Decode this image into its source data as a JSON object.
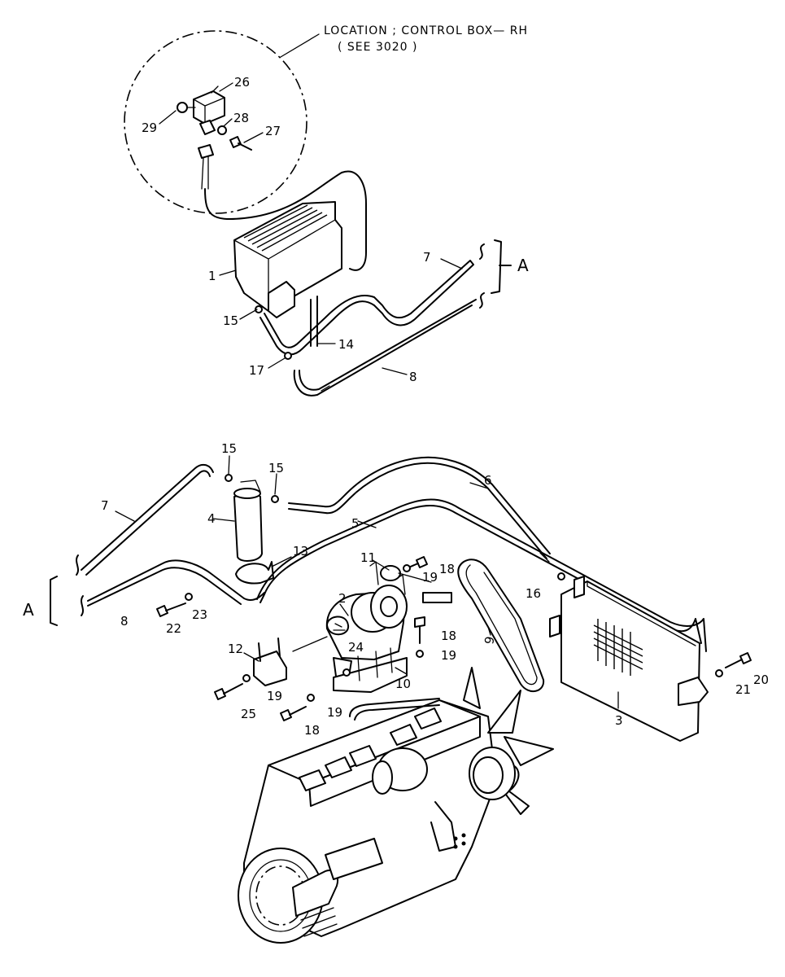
{
  "location": {
    "line1": "LOCATION ; CONTROL BOX— RH",
    "line2": "( SEE 3020 )"
  },
  "section_marks": {
    "upper_a": "A",
    "lower_a": "A"
  },
  "callouts": {
    "c1": "1",
    "c2": "2",
    "c3": "3",
    "c4": "4",
    "c5": "5",
    "c6": "6",
    "c7_upper": "7",
    "c7_lower": "7",
    "c8_upper": "8",
    "c8_lower": "8",
    "c9": "9",
    "c10": "10",
    "c11": "11",
    "c12": "12",
    "c13": "13",
    "c14": "14",
    "c15_upper": "15",
    "c15_left": "15",
    "c15_right": "15",
    "c16": "16",
    "c17": "17",
    "c18_a": "18",
    "c18_b": "18",
    "c18_c": "18",
    "c19_a": "19",
    "c19_b": "19",
    "c19_c": "19",
    "c19_d": "19",
    "c20": "20",
    "c21": "21",
    "c22": "22",
    "c23": "23",
    "c24": "24",
    "c25": "25",
    "c26": "26",
    "c27": "27",
    "c28": "28",
    "c29": "29"
  }
}
